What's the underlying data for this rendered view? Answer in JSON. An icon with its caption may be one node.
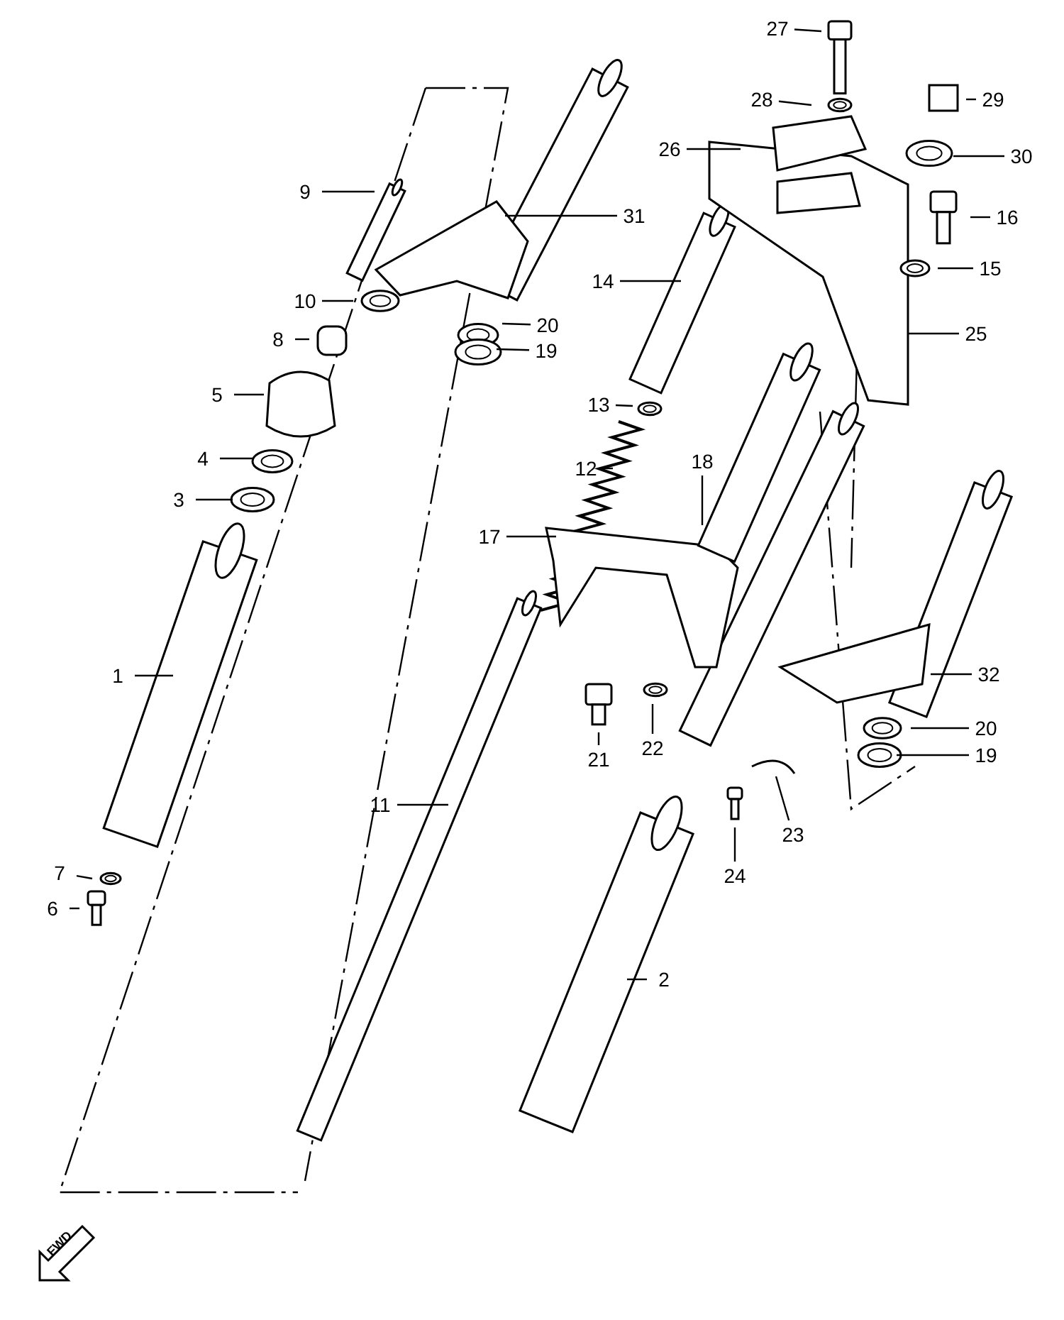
{
  "diagram": {
    "nodes": [
      {
        "text": [
          "27"
        ]
      },
      {
        "text": [
          "28"
        ]
      },
      {
        "text": [
          "29"
        ]
      },
      {
        "text": [
          "26"
        ]
      },
      {
        "text": [
          "30"
        ]
      },
      {
        "text": [
          "9"
        ]
      },
      {
        "text": [
          "31"
        ]
      },
      {
        "text": [
          "16"
        ]
      },
      {
        "text": [
          "15"
        ]
      },
      {
        "text": [
          "14"
        ]
      },
      {
        "text": [
          "10"
        ]
      },
      {
        "text": [
          "20"
        ]
      },
      {
        "text": [
          "25"
        ]
      },
      {
        "text": [
          "19"
        ]
      },
      {
        "text": [
          "8"
        ]
      },
      {
        "text": [
          "5"
        ]
      },
      {
        "text": [
          "13"
        ]
      },
      {
        "text": [
          "4"
        ]
      },
      {
        "text": [
          "12"
        ]
      },
      {
        "text": [
          "18"
        ]
      },
      {
        "text": [
          "3"
        ]
      },
      {
        "text": [
          "17"
        ]
      },
      {
        "text": [
          "1"
        ]
      },
      {
        "text": [
          "32"
        ]
      },
      {
        "text": [
          "20"
        ]
      },
      {
        "text": [
          "22"
        ]
      },
      {
        "text": [
          "19"
        ]
      },
      {
        "text": [
          "21"
        ]
      },
      {
        "text": [
          "11"
        ]
      },
      {
        "text": [
          "23"
        ]
      },
      {
        "text": [
          "7"
        ]
      },
      {
        "text": [
          "24"
        ]
      },
      {
        "text": [
          "6"
        ]
      },
      {
        "text": [
          "2"
        ]
      }
    ],
    "edges": [
      {
        "from": 0,
        "to": null,
        "arrow": "none"
      },
      {
        "from": 1,
        "to": null,
        "arrow": "none"
      },
      {
        "from": 2,
        "to": null,
        "arrow": "none"
      },
      {
        "from": 3,
        "to": null,
        "arrow": "none"
      },
      {
        "from": 4,
        "to": null,
        "arrow": "none"
      },
      {
        "from": 5,
        "to": null,
        "arrow": "none"
      },
      {
        "from": 6,
        "to": null,
        "arrow": "none"
      },
      {
        "from": 7,
        "to": null,
        "arrow": "none"
      },
      {
        "from": 8,
        "to": null,
        "arrow": "none"
      },
      {
        "from": 9,
        "to": null,
        "arrow": "none"
      },
      {
        "from": 10,
        "to": null,
        "arrow": "none"
      },
      {
        "from": 11,
        "to": null,
        "arrow": "none"
      },
      {
        "from": 12,
        "to": null,
        "arrow": "none"
      },
      {
        "from": 13,
        "to": null,
        "arrow": "none"
      },
      {
        "from": 14,
        "to": null,
        "arrow": "none"
      },
      {
        "from": 15,
        "to": null,
        "arrow": "none"
      },
      {
        "from": 16,
        "to": null,
        "arrow": "none"
      },
      {
        "from": 17,
        "to": null,
        "arrow": "none"
      },
      {
        "from": 18,
        "to": null,
        "arrow": "none"
      },
      {
        "from": 19,
        "to": null,
        "arrow": "none"
      },
      {
        "from": 20,
        "to": null,
        "arrow": "none"
      },
      {
        "from": 21,
        "to": null,
        "arrow": "none"
      },
      {
        "from": 22,
        "to": null,
        "arrow": "none"
      },
      {
        "from": 23,
        "to": null,
        "arrow": "none"
      },
      {
        "from": 24,
        "to": null,
        "arrow": "none"
      },
      {
        "from": 25,
        "to": null,
        "arrow": "none"
      },
      {
        "from": 26,
        "to": null,
        "arrow": "none"
      },
      {
        "from": 27,
        "to": null,
        "arrow": "none"
      },
      {
        "from": 28,
        "to": null,
        "arrow": "none"
      },
      {
        "from": 29,
        "to": null,
        "arrow": "none"
      },
      {
        "from": 30,
        "to": null,
        "arrow": "none"
      },
      {
        "from": 31,
        "to": null,
        "arrow": "none"
      },
      {
        "from": 32,
        "to": null,
        "arrow": "none"
      },
      {
        "from": 33,
        "to": null,
        "arrow": "none"
      }
    ],
    "labels": [
      "FWD"
    ]
  }
}
